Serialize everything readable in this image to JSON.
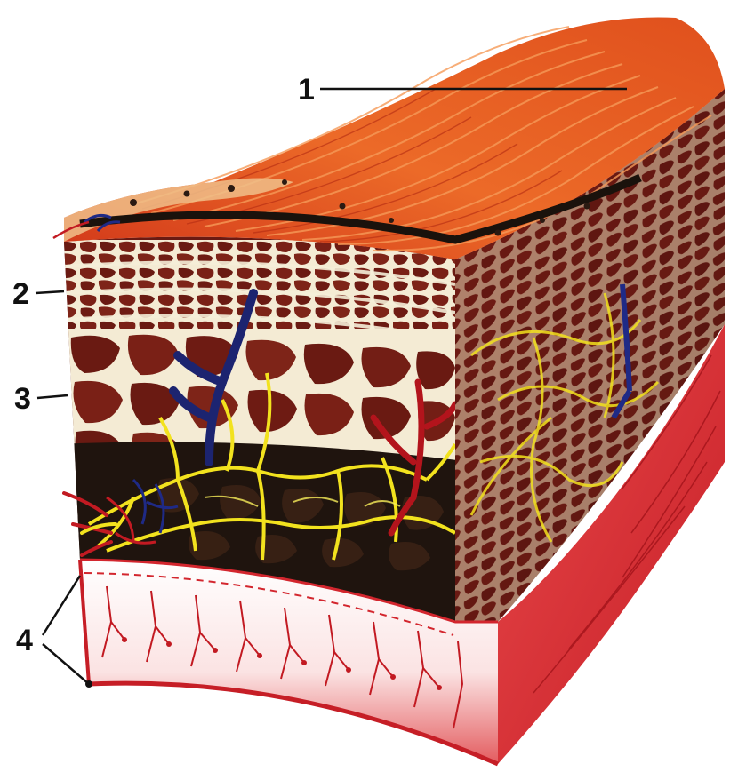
{
  "labels": {
    "l1": "1",
    "l2": "2",
    "l3": "3",
    "l4": "4"
  },
  "colors": {
    "background": "#ffffff",
    "muscle_surface": "#e2581c",
    "muscle_highlight": "#f5843a",
    "dense_tissue": "#6e1d14",
    "connective_white": "#f6efd9",
    "nerve_yellow": "#f2e21e",
    "vein_blue": "#1f2a86",
    "artery_red": "#b3141c",
    "dark_core": "#20150f",
    "endothelium": "#d3262e",
    "leader_line": "#111111"
  },
  "icons": {
    "surface_layer": "muscle-fibres",
    "network": "nerve-network"
  }
}
